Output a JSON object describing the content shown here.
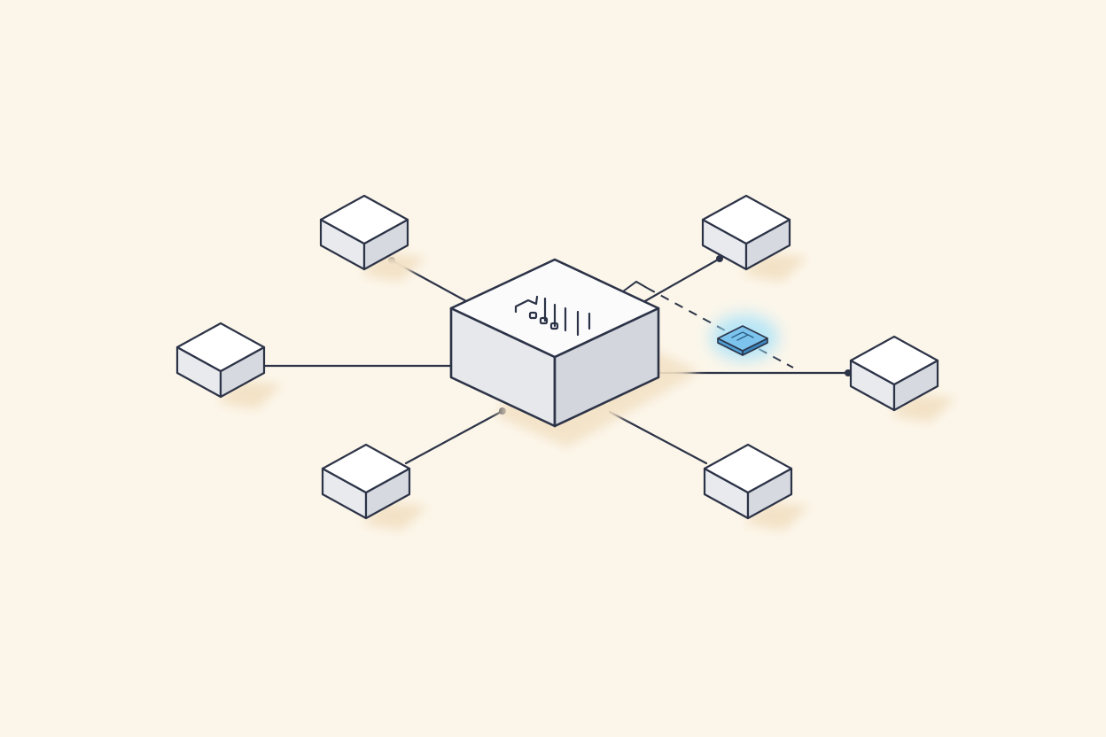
{
  "diagram": {
    "type": "isometric-hub-network",
    "central_hub": {
      "icon": "database-file-icon",
      "top_color": "#fbfbfc",
      "side_left_color": "#e6e8ec",
      "side_right_color": "#d3d6dc"
    },
    "nodes": [
      {
        "id": "top-left",
        "connected": true
      },
      {
        "id": "left",
        "connected": true
      },
      {
        "id": "bottom-left",
        "connected": true
      },
      {
        "id": "top-right",
        "connected": true
      },
      {
        "id": "right",
        "connected": true
      },
      {
        "id": "bottom-right",
        "connected": true
      }
    ],
    "transfer_packet": {
      "icon": "folder-icon",
      "color": "#7cc4ee",
      "glow_color": "#9fe0fb",
      "path_style": "dashed",
      "direction": "hub-to-right"
    },
    "colors": {
      "background": "#fcf6ea",
      "outline": "#2c3347",
      "shadow": "#f3e2c6",
      "node_top": "#ffffff",
      "node_left": "#e8eaee",
      "node_right": "#d6d9df"
    }
  }
}
